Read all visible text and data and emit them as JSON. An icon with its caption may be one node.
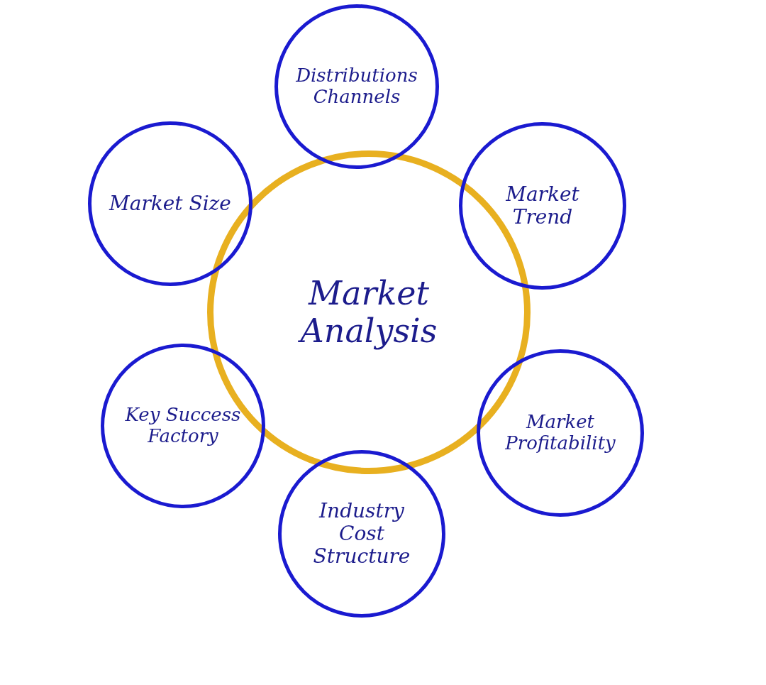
{
  "diagram": {
    "nodes": [
      {
        "text": [
          "Market Analysis"
        ]
      },
      {
        "text": [
          "Distributions Channels"
        ]
      },
      {
        "text": [
          "Market Trend"
        ]
      },
      {
        "text": [
          "Market Profitability"
        ]
      },
      {
        "text": [
          "Industry Cost Structure"
        ]
      },
      {
        "text": [
          "Key Success Factory"
        ]
      },
      {
        "text": [
          "Market Size"
        ]
      }
    ]
  }
}
